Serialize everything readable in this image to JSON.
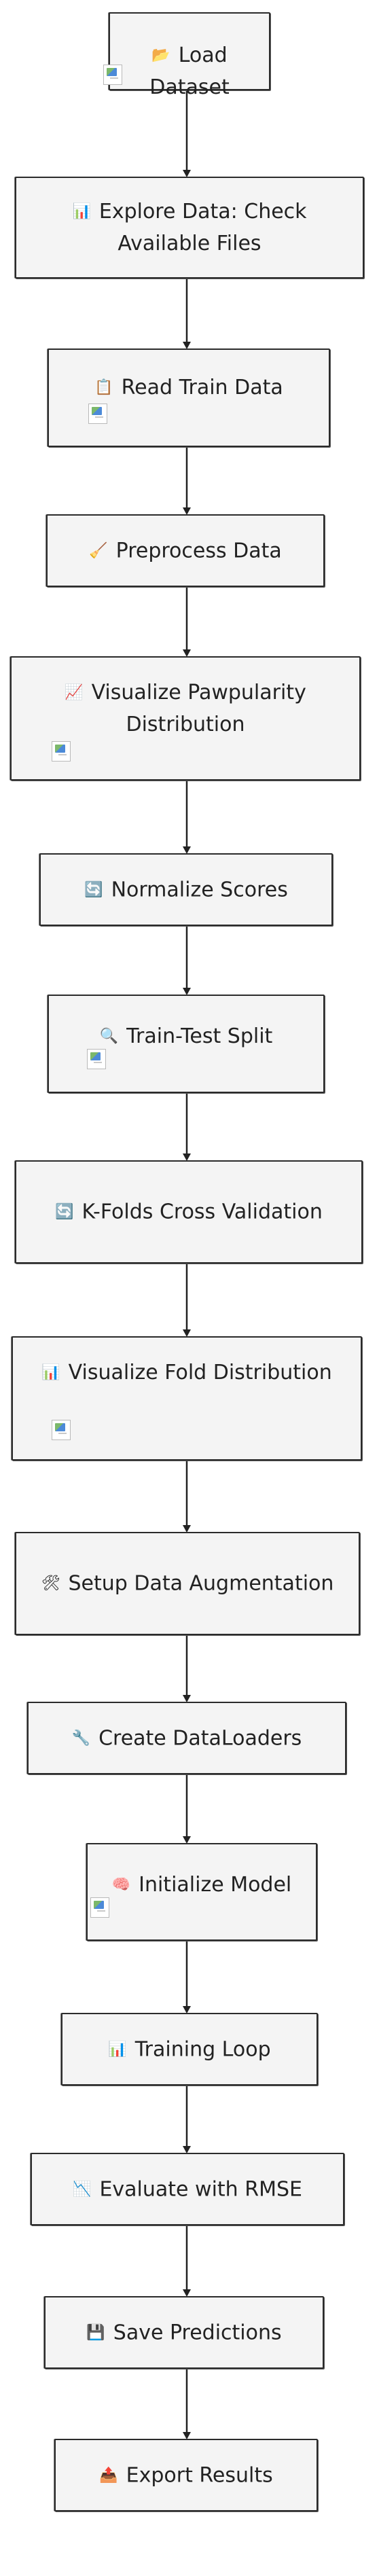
{
  "steps": [
    {
      "icon": "📂",
      "icon_name": "folder-icon",
      "label": "Load Dataset",
      "image": true
    },
    {
      "icon": "📊",
      "icon_name": "bar-chart-icon",
      "label": "Explore Data: Check Available Files",
      "image": false
    },
    {
      "icon": "📋",
      "icon_name": "clipboard-icon",
      "label": "Read Train Data",
      "image": true
    },
    {
      "icon": "🧹",
      "icon_name": "broom-icon",
      "label": "Preprocess Data",
      "image": false
    },
    {
      "icon": "📈",
      "icon_name": "line-chart-icon",
      "label": "Visualize Pawpularity Distribution",
      "image": true
    },
    {
      "icon": "🔄",
      "icon_name": "refresh-icon",
      "label": "Normalize Scores",
      "image": false
    },
    {
      "icon": "🔍",
      "icon_name": "magnifier-icon",
      "label": "Train-Test Split",
      "image": true
    },
    {
      "icon": "🔄",
      "icon_name": "refresh-icon",
      "label": "K-Folds Cross Validation",
      "image": false
    },
    {
      "icon": "📊",
      "icon_name": "bar-chart-icon",
      "label": "Visualize Fold Distribution",
      "image": true
    },
    {
      "icon": "🛠",
      "icon_name": "tools-icon",
      "label": "Setup Data Augmentation",
      "image": false
    },
    {
      "icon": "🔧",
      "icon_name": "wrench-icon",
      "label": "Create DataLoaders",
      "image": false
    },
    {
      "icon": "🧠",
      "icon_name": "brain-icon",
      "label": "Initialize Model",
      "image": true
    },
    {
      "icon": "📊",
      "icon_name": "bar-chart-icon",
      "label": "Training Loop",
      "image": false
    },
    {
      "icon": "📉",
      "icon_name": "chart-down-icon",
      "label": "Evaluate with RMSE",
      "image": false
    },
    {
      "icon": "💾",
      "icon_name": "floppy-disk-icon",
      "label": "Save Predictions",
      "image": false
    },
    {
      "icon": "📤",
      "icon_name": "outbox-icon",
      "label": "Export Results",
      "image": false
    }
  ]
}
